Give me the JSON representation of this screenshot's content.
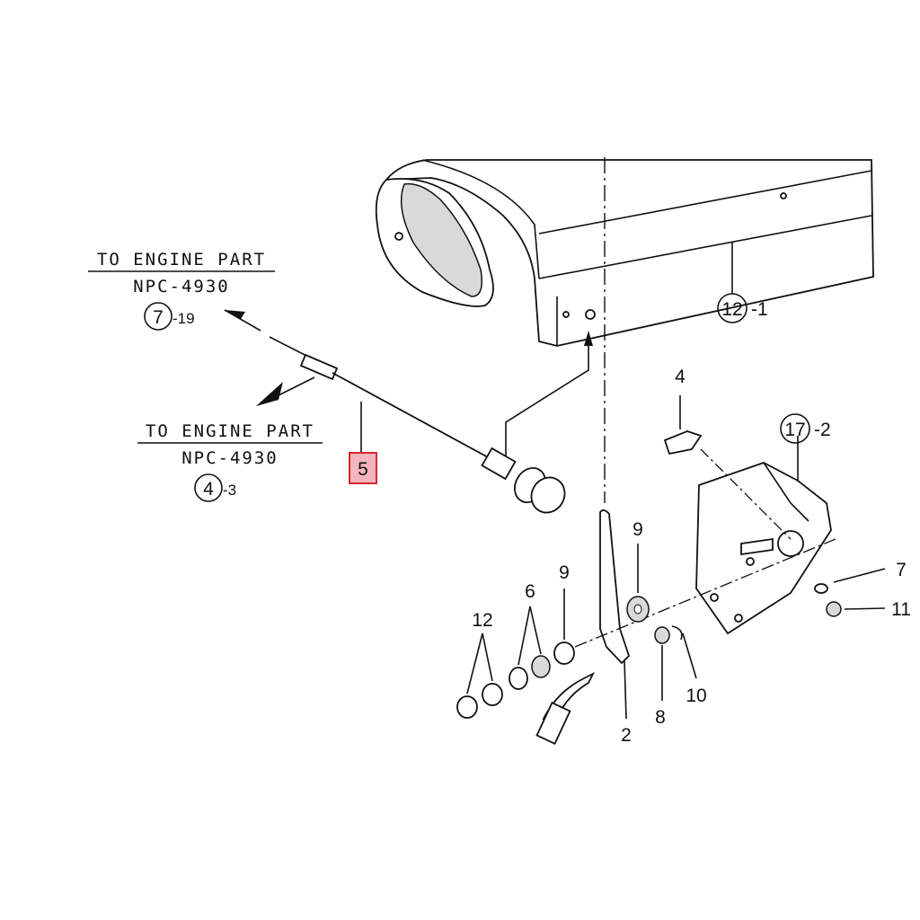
{
  "notes": [
    {
      "title": "TO ENGINE PART",
      "code": "NPC-4930",
      "ref_circle": "7",
      "ref_suffix": "-19"
    },
    {
      "title": "TO ENGINE PART",
      "code": "NPC-4930",
      "ref_circle": "4",
      "ref_suffix": "-3"
    }
  ],
  "callouts": {
    "cover": {
      "circle": "12",
      "suffix": "-1"
    },
    "bracket": {
      "circle": "17",
      "suffix": "-2"
    },
    "p4": "4",
    "p7": "7",
    "p11": "11",
    "p9a": "9",
    "p9b": "9",
    "p6": "6",
    "p12": "12",
    "p10": "10",
    "p8": "8",
    "p2": "2",
    "p5_highlighted": "5"
  },
  "highlight_color": "#f4b6bc",
  "highlight_border": "#d9262e"
}
